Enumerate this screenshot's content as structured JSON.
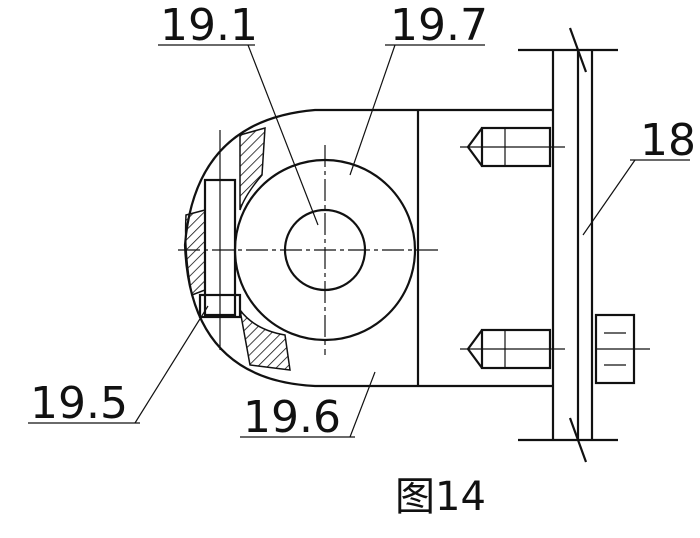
{
  "labels": {
    "part_19_1": "19.1",
    "part_19_7": "19.7",
    "part_18": "18",
    "part_19_5": "19.5",
    "part_19_6": "19.6"
  },
  "caption": "图14"
}
